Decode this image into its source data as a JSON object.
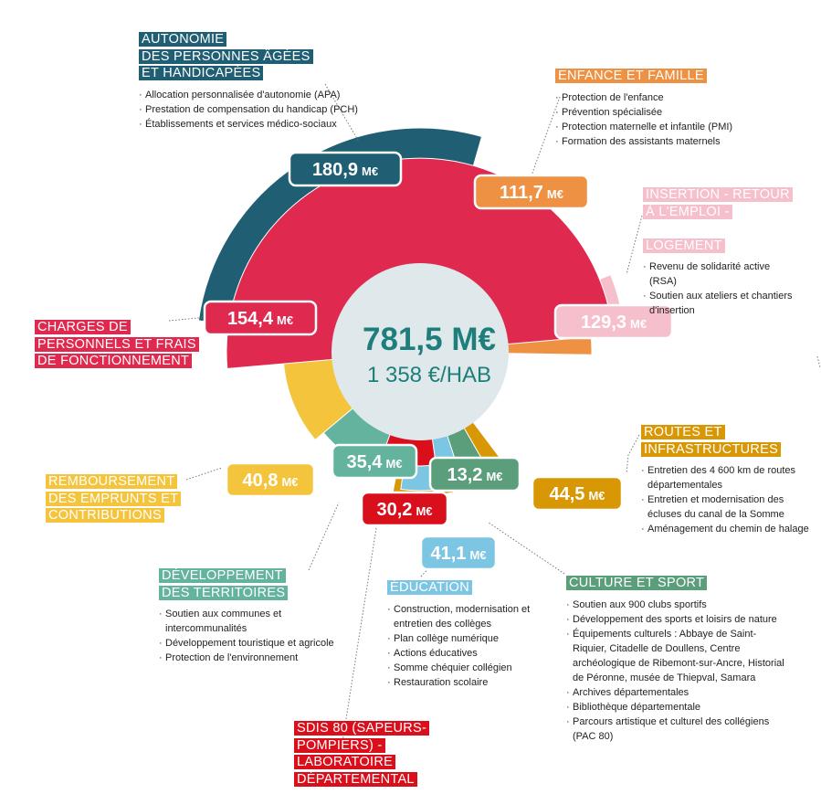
{
  "chart_data": {
    "type": "pie",
    "total_label": "781,5 M€",
    "per_capita_label": "1 358 €/HAB",
    "unit": "M€",
    "slices": [
      {
        "key": "autonomie",
        "value": 180.9,
        "label": "180,9",
        "color": "#1f5e73"
      },
      {
        "key": "enfance",
        "value": 111.7,
        "label": "111,7",
        "color": "#ef9143"
      },
      {
        "key": "insertion",
        "value": 129.3,
        "label": "129,3",
        "color": "#f5bfcb"
      },
      {
        "key": "routes",
        "value": 44.5,
        "label": "44,5",
        "color": "#d89705"
      },
      {
        "key": "culture",
        "value": 13.2,
        "label": "13,2",
        "color": "#5a9e7b"
      },
      {
        "key": "education",
        "value": 41.1,
        "label": "41,1",
        "color": "#7dc6e3"
      },
      {
        "key": "sdis",
        "value": 30.2,
        "label": "30,2",
        "color": "#d90f1c"
      },
      {
        "key": "developpement",
        "value": 35.4,
        "label": "35,4",
        "color": "#63b39f"
      },
      {
        "key": "remboursement",
        "value": 40.8,
        "label": "40,8",
        "color": "#f5c43d"
      },
      {
        "key": "charges",
        "value": 154.4,
        "label": "154,4",
        "color": "#e0294f"
      }
    ]
  },
  "categories": {
    "autonomie": {
      "title": [
        "AUTONOMIE",
        "DES PERSONNES ÂGÉES",
        "ET HANDICAPÉES"
      ],
      "items": [
        "Allocation personnalisée d'autonomie (APA)",
        "Prestation de compensation du handicap (PCH)",
        "Établissements et services médico-sociaux"
      ]
    },
    "enfance": {
      "title": [
        "ENFANCE ET FAMILLE"
      ],
      "items": [
        "Protection de l'enfance",
        "Prévention spécialisée",
        "Protection maternelle et infantile (PMI)",
        "Formation des assistants maternels"
      ]
    },
    "insertion": {
      "title": [
        "INSERTION - RETOUR",
        "À L'EMPLOI -",
        "",
        "LOGEMENT"
      ],
      "items": [
        "Revenu de solidarité active (RSA)",
        "Soutien aux ateliers et chantiers d'insertion"
      ]
    },
    "routes": {
      "title": [
        "ROUTES ET",
        "INFRASTRUCTURES"
      ],
      "items": [
        "Entretien des 4 600 km de routes départementales",
        "Entretien et modernisation des écluses du canal de la Somme",
        "Aménagement du chemin de halage"
      ]
    },
    "culture": {
      "title": [
        "CULTURE ET SPORT"
      ],
      "items": [
        "Soutien aux 900 clubs sportifs",
        "Développement des sports et loisirs de nature",
        "Équipements culturels : Abbaye de Saint-Riquier, Citadelle de Doullens, Centre archéologique de Ribemont-sur-Ancre, Historial de Péronne, musée de Thiepval, Samara",
        "Archives départementales",
        "Bibliothèque départementale",
        "Parcours artistique et culturel des collégiens (PAC 80)"
      ]
    },
    "education": {
      "title": [
        "ÉDUCATION"
      ],
      "items": [
        "Construction, modernisation et entretien des collèges",
        "Plan collège numérique",
        "Actions éducatives",
        "Somme chéquier collégien",
        "Restauration scolaire"
      ]
    },
    "sdis": {
      "title": [
        "SDIS 80 (SAPEURS-",
        "POMPIERS) -",
        "LABORATOIRE",
        "DÉPARTEMENTAL"
      ],
      "items": []
    },
    "developpement": {
      "title": [
        "DÉVELOPPEMENT",
        "DES TERRITOIRES"
      ],
      "items": [
        "Soutien aux communes et intercommunalités",
        "Développement touristique et agricole",
        "Protection de l'environnement"
      ]
    },
    "remboursement": {
      "title": [
        "REMBOURSEMENT",
        "DES EMPRUNTS ET",
        "CONTRIBUTIONS"
      ],
      "items": []
    },
    "charges": {
      "title": [
        "CHARGES DE",
        "PERSONNELS ET FRAIS",
        "DE FONCTIONNEMENT"
      ],
      "items": []
    }
  }
}
